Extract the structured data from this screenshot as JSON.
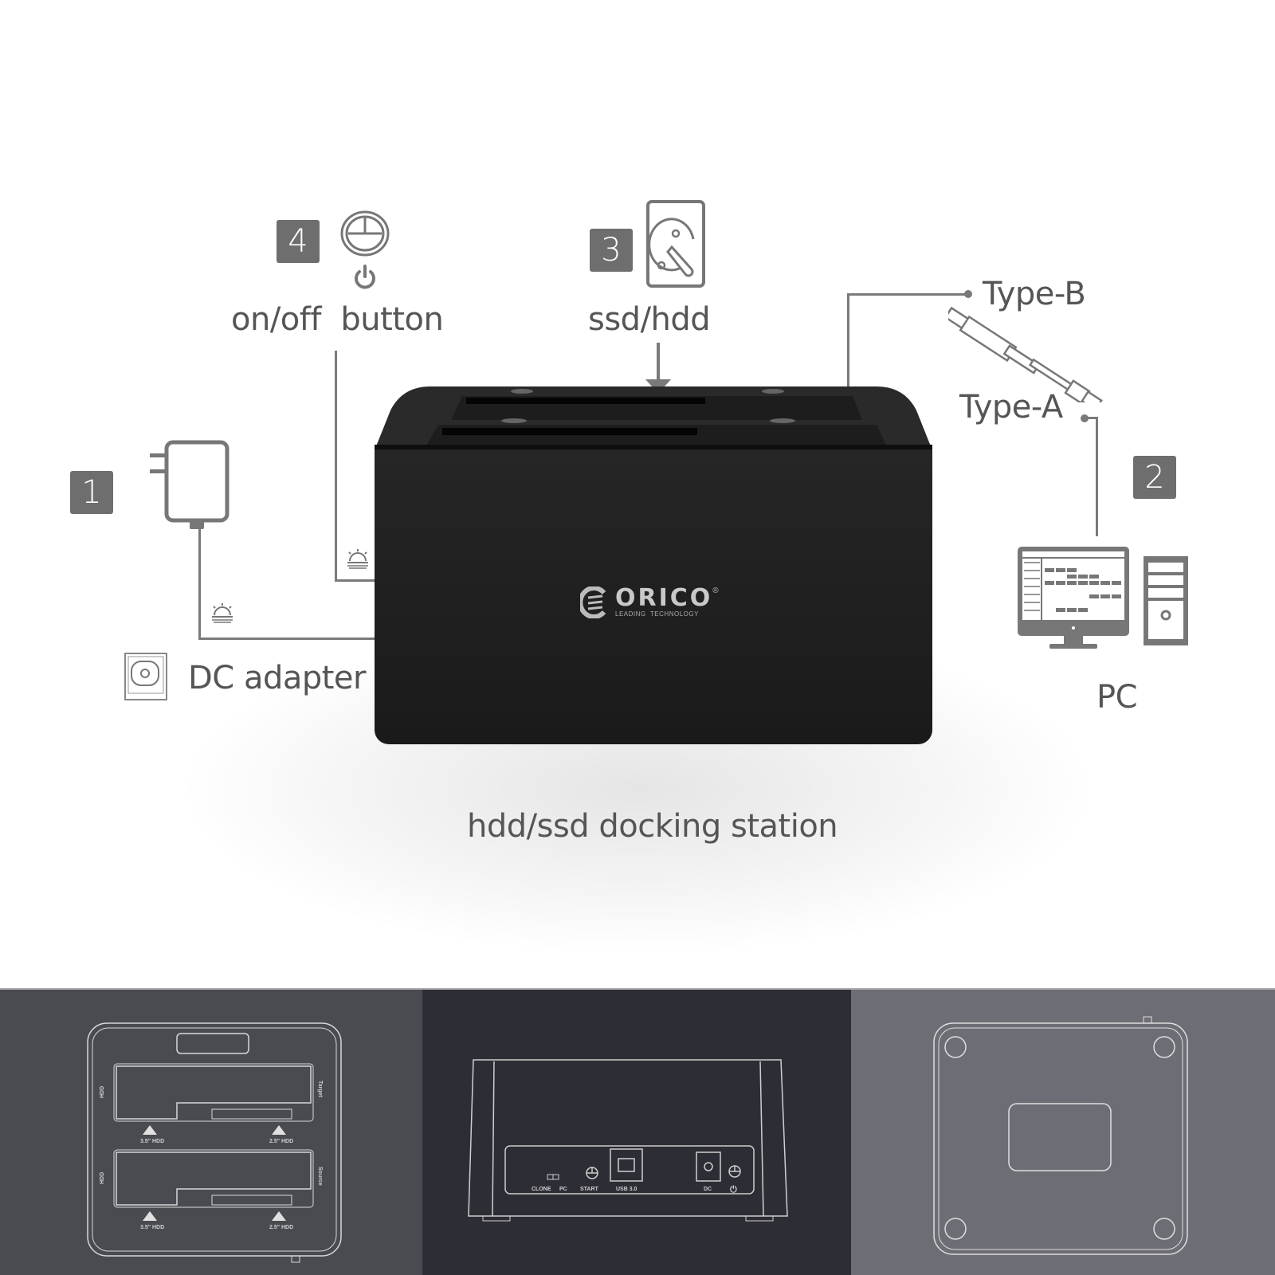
{
  "diagram": {
    "title": "hdd/ssd docking station",
    "steps": [
      {
        "number": "1",
        "label": "DC adapter",
        "icon": "power-adapter-icon"
      },
      {
        "number": "2",
        "label": "PC",
        "icon": "desktop-computer-icon"
      },
      {
        "number": "3",
        "label": "ssd/hdd",
        "icon": "hard-disk-icon"
      },
      {
        "number": "4",
        "label": "on/off  button",
        "icon": "power-button-icon"
      }
    ],
    "cable": {
      "end_b_label": "Type-B",
      "end_a_label": "Type-A"
    },
    "product": {
      "brand": "ORICO",
      "registered": "®",
      "tagline": "LEADING  TECHNOLOGY"
    },
    "colors": {
      "badge": "#6e6e6e",
      "line": "#7a7a7a",
      "dock": "#222222",
      "panel_left": "#4a4b51",
      "panel_center": "#2d2d35",
      "panel_right": "#6d6e75"
    }
  },
  "views": {
    "top": {
      "slot_labels_left": [
        "HDD",
        "HDD"
      ],
      "slot_labels_right": [
        "Target",
        "Source"
      ],
      "eject_labels": [
        "3.5\" HDD",
        "2.5\" HDD",
        "3.5\" HDD",
        "2.5\" HDD"
      ]
    },
    "back": {
      "switch_left": "CLONE",
      "switch_right": "PC",
      "start": "START",
      "usb": "USB 3.0",
      "dc": "DC",
      "power": "⏻"
    },
    "bottom": {}
  }
}
